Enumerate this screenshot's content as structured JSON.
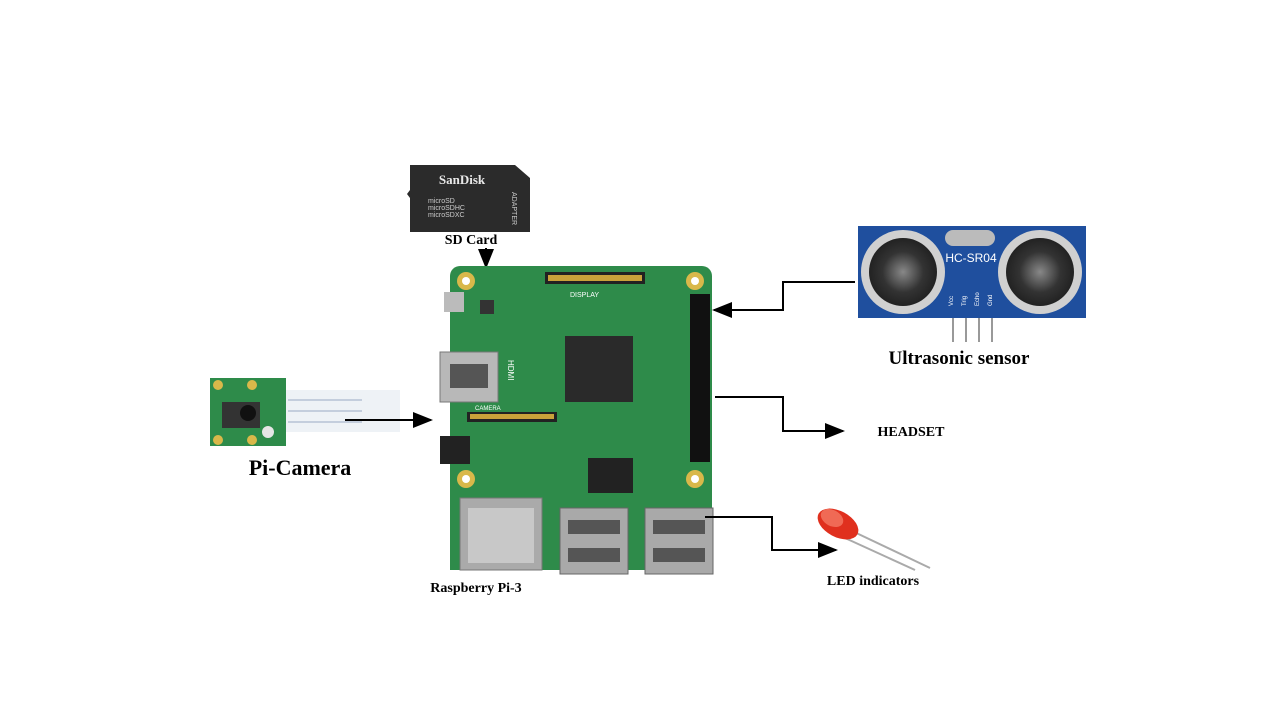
{
  "labels": {
    "sd_card": "SD Card",
    "ultrasonic": "Ultrasonic sensor",
    "headset": "HEADSET",
    "led": "LED indicators",
    "pi_camera": "Pi-Camera",
    "raspberry": "Raspberry Pi-3"
  },
  "sd_card": {
    "brand": "SanDisk",
    "lines": [
      "microSD",
      "microSDHC",
      "microSDXC"
    ],
    "side": "ADAPTER"
  },
  "sensor": {
    "model": "HC-SR04",
    "pins": [
      "Vcc",
      "Trig",
      "Echo",
      "Gnd"
    ]
  },
  "board": {
    "display": "DISPLAY",
    "camera": "CAMERA",
    "hdmi": "HDMI"
  },
  "colors": {
    "board": "#2e8b4a",
    "sensor": "#1f4f9e",
    "led": "#e0301e"
  }
}
